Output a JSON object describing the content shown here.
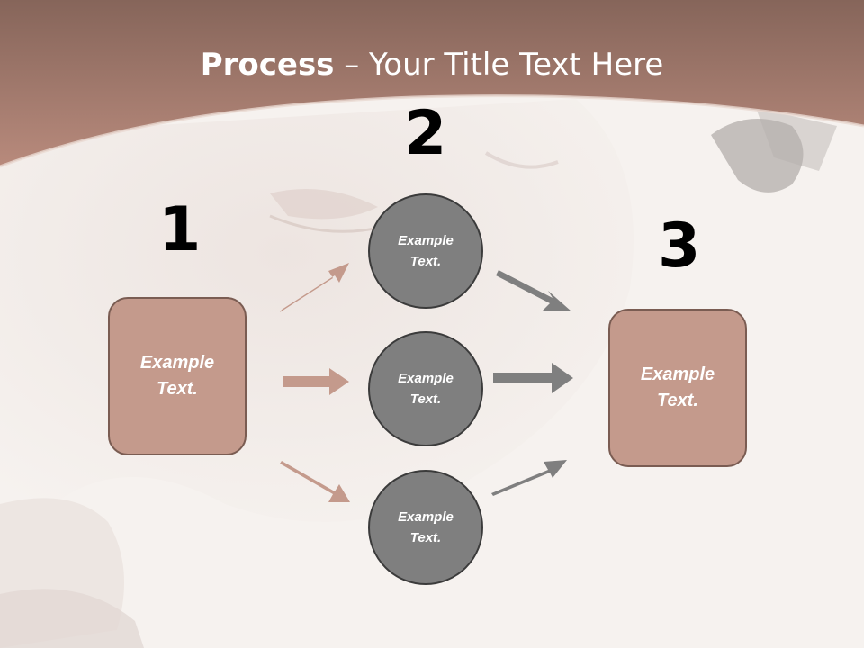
{
  "title": {
    "bold": "Process",
    "rest": " – Your Title Text Here"
  },
  "steps": [
    {
      "number": "1",
      "label": "Example Text."
    },
    {
      "number": "2",
      "items": [
        "Example Text.",
        "Example Text.",
        "Example Text."
      ]
    },
    {
      "number": "3",
      "label": "Example Text."
    }
  ],
  "colors": {
    "banner": "#9c6f62",
    "box_fill": "#c49a8c",
    "box_border": "#7a5c52",
    "circle_fill": "#7f7f7f",
    "circle_border": "#3b3b3b",
    "arrow_left": "#c49a8c",
    "arrow_right": "#7f7f7f"
  }
}
